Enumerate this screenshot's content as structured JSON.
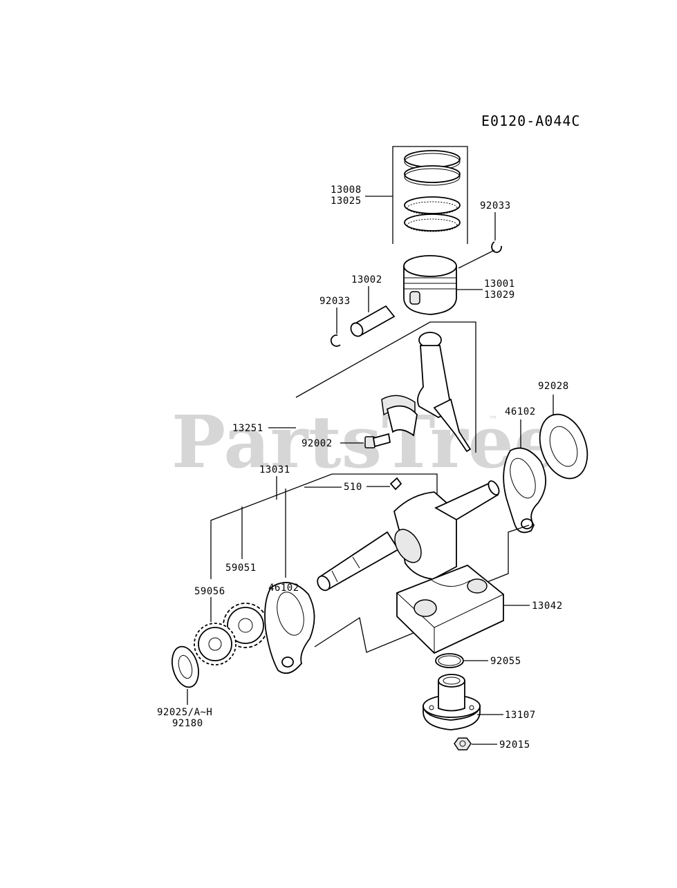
{
  "diagram": {
    "code": "E0120-A044C",
    "watermark": "PartsTree",
    "trademark": "™"
  },
  "labels": {
    "rings_a": "13008",
    "rings_b": "13025",
    "clip_top": "92033",
    "pin": "13002",
    "piston_a": "13001",
    "piston_b": "13029",
    "clip_left": "92033",
    "washer_right": "92028",
    "shaft_seal_right": "46102",
    "conrod": "13251",
    "bolt": "92002",
    "crankshaft": "13031",
    "key": "510",
    "gear_a": "59051",
    "shaft_seal_left": "46102",
    "gear_b": "59056",
    "balancer": "13042",
    "oring": "92055",
    "washer_left_a": "92025/A~H",
    "washer_left_b": "92180",
    "holder": "13107",
    "nut": "92015"
  }
}
